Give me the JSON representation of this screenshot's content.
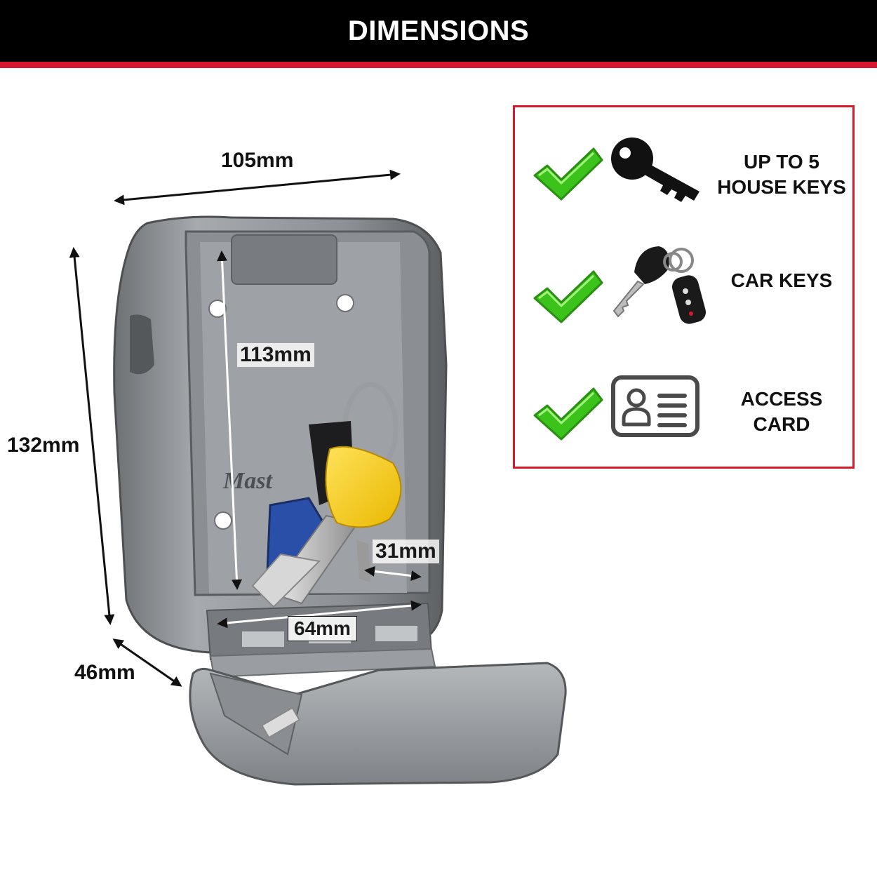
{
  "header": {
    "title": "DIMENSIONS"
  },
  "colors": {
    "header_bg": "#000000",
    "accent_red": "#d7172f",
    "check_green": "#3cc31b",
    "box_border": "#d41c2c"
  },
  "dimensions": {
    "width": "105mm",
    "height": "132mm",
    "depth": "46mm",
    "inner_height": "113mm",
    "inner_width": "64mm",
    "inner_depth": "31mm"
  },
  "product": {
    "brand_text": "Mast"
  },
  "features": [
    {
      "icon": "house-key-icon",
      "label_lines": [
        "UP TO 5",
        "HOUSE KEYS"
      ]
    },
    {
      "icon": "car-key-icon",
      "label_lines": [
        "CAR KEYS"
      ]
    },
    {
      "icon": "access-card-icon",
      "label_lines": [
        "ACCESS",
        "CARD"
      ]
    }
  ]
}
